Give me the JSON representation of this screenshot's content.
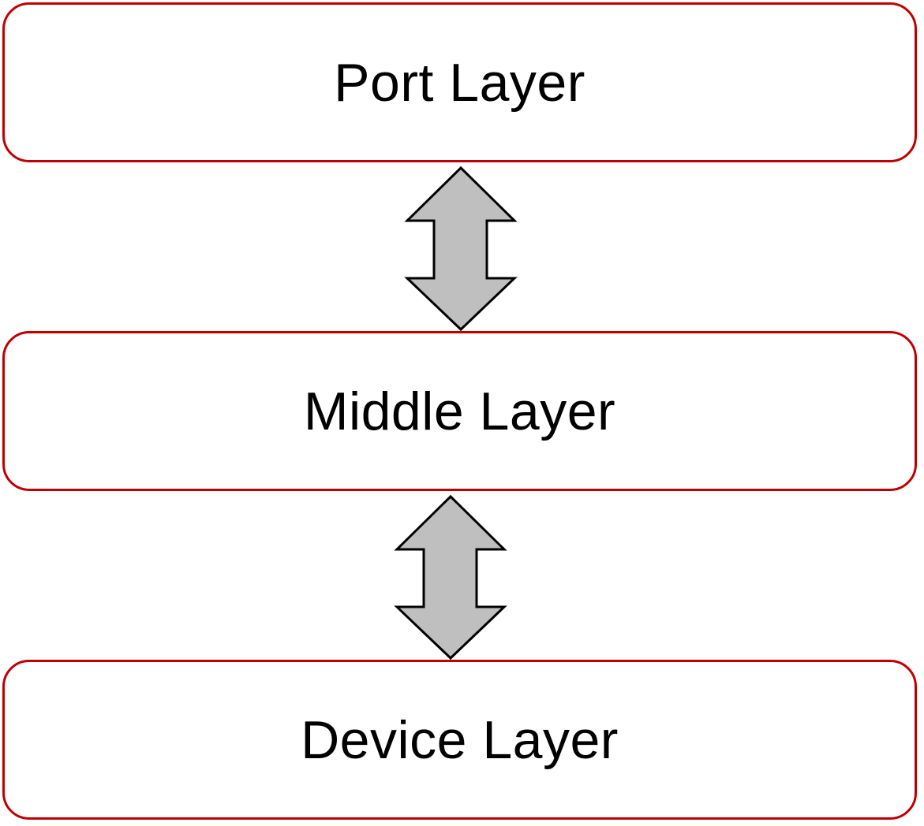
{
  "diagram": {
    "layers": [
      {
        "id": "port",
        "label": "Port Layer"
      },
      {
        "id": "middle",
        "label": "Middle Layer"
      },
      {
        "id": "device",
        "label": "Device Layer"
      }
    ],
    "connectors": [
      {
        "from": "port",
        "to": "middle",
        "direction": "bidirectional"
      },
      {
        "from": "middle",
        "to": "device",
        "direction": "bidirectional"
      }
    ],
    "colors": {
      "box_border": "#c00000",
      "box_fill": "#ffffff",
      "arrow_fill": "#bfbfbf",
      "arrow_stroke": "#000000",
      "text": "#000000"
    }
  }
}
